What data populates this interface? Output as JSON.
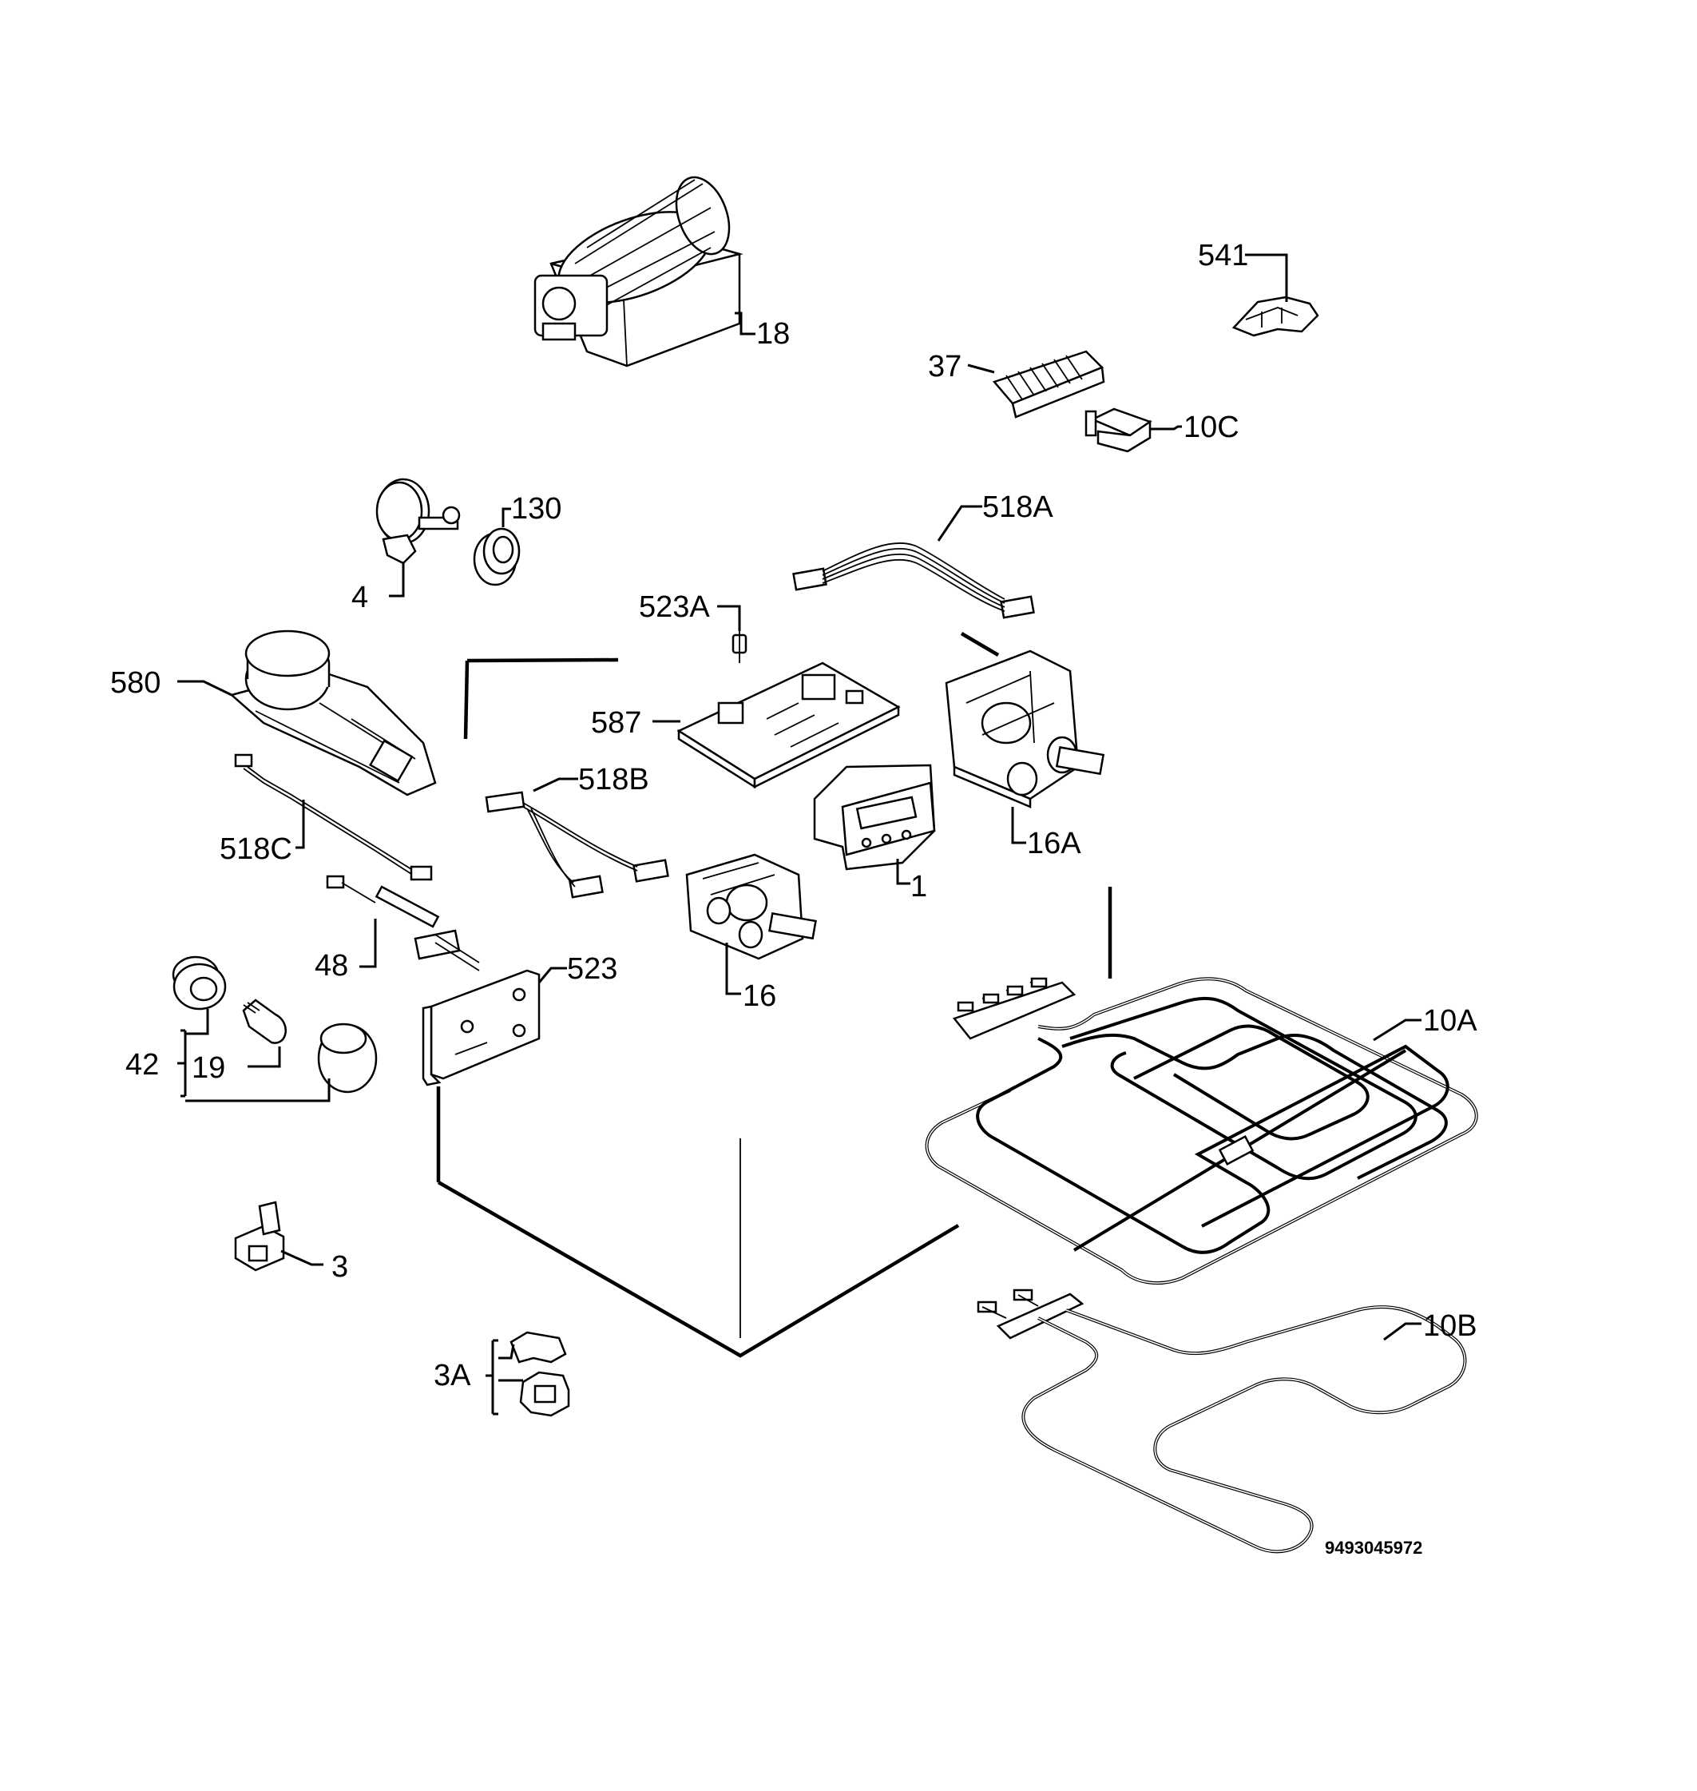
{
  "labels": {
    "p18": "18",
    "p541": "541",
    "p37": "37",
    "p10c": "10C",
    "p130": "130",
    "p4": "4",
    "p518a": "518A",
    "p523a": "523A",
    "p580": "580",
    "p587": "587",
    "p518b": "518B",
    "p518c": "518C",
    "p16a": "16A",
    "p1": "1",
    "p48": "48",
    "p16": "16",
    "p523": "523",
    "p42": "42",
    "p19": "19",
    "p10a": "10A",
    "p3": "3",
    "p3a": "3A",
    "p10b": "10B"
  },
  "drawing_code": "9493045972"
}
